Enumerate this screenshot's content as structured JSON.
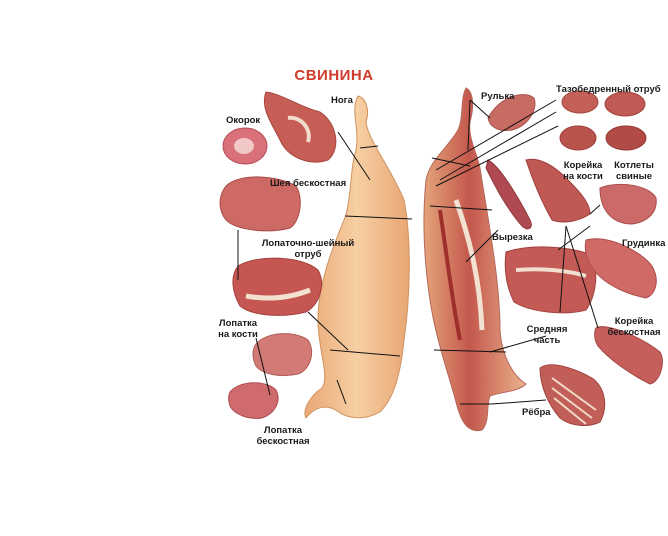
{
  "title": "СВИНИНА",
  "colors": {
    "title": "#d23a2a",
    "carcass_skin": "#f2c194",
    "carcass_edge": "#d99a6a",
    "meat": "#c8504a",
    "fat": "#f4e3d2",
    "line": "#111111"
  },
  "labels": {
    "okorok": "Окорок",
    "noga": "Нога",
    "sheya": "Шея бескостная",
    "lopatochno_1": "Лопаточно-шейный",
    "lopatochno_2": "отруб",
    "lopatka_kost_1": "Лопатка",
    "lopatka_kost_2": "на кости",
    "lopatka_besk_1": "Лопатка",
    "lopatka_besk_2": "бескостная",
    "rulka": "Рулька",
    "tazobedr": "Тазобедренный отруб",
    "koreika_kost_1": "Корейка",
    "koreika_kost_2": "на кости",
    "kotlety_1": "Котлеты",
    "kotlety_2": "свиные",
    "vyrezka": "Вырезка",
    "grudinka": "Грудинка",
    "srednyaya_1": "Средняя",
    "srednyaya_2": "часть",
    "koreika_besk_1": "Корейка",
    "koreika_besk_2": "бескостная",
    "rebra": "Рёбра"
  }
}
